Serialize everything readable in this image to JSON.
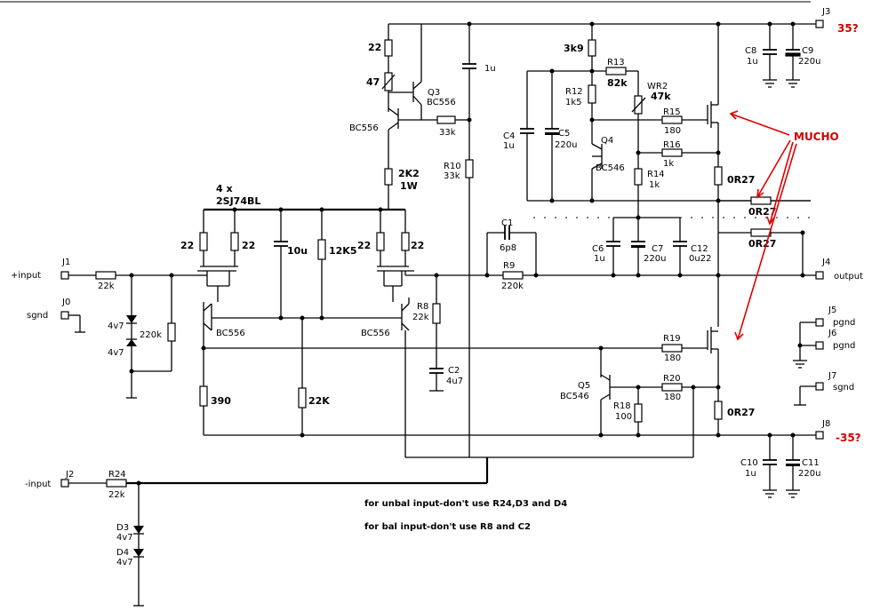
{
  "title": "",
  "net_labels": {
    "j3": "J3",
    "v_pos": "35?",
    "j8": "J8",
    "v_neg": "-35?",
    "j1": "J1",
    "input_pos": "+input",
    "j0": "J0",
    "sgnd": "sgnd",
    "j2": "J2",
    "input_neg": "-input",
    "j4": "J4",
    "output": "output",
    "j5": "J5",
    "pgnd1": "pgnd",
    "j6": "J6",
    "pgnd2": "pgnd",
    "j7": "J7",
    "sgnd2": "sgnd"
  },
  "annotation": "MUCHO",
  "notes": [
    "for unbal input-don't use R24,D3 and D4",
    "for bal input-don't use R8 and C2"
  ],
  "components": {
    "r_22_top": "22",
    "r_47": "47",
    "q3_name": "Q3",
    "q3_type": "BC556",
    "bc556_a": "BC556",
    "r_33k": "33k",
    "r_2k2": "2K2",
    "r_1w": "1W",
    "r10_name": "R10",
    "r10_val": "33k",
    "cap_1u_top": "1u",
    "r_3k9": "3k9",
    "r13_name": "R13",
    "r13_val": "82k",
    "wr2_name": "WR2",
    "wr2_val": "47k",
    "r12_name": "R12",
    "r12_val": "1k5",
    "r15_name": "R15",
    "r15_val": "180",
    "c4_name": "C4",
    "c4_val": "1u",
    "c5_name": "C5",
    "c5_val": "220u",
    "q4_name": "Q4",
    "q4_type": "BC546",
    "r16_name": "R16",
    "r16_val": "1k",
    "r14_name": "R14",
    "r14_val": "1k",
    "r_0r27_a": "0R27",
    "r_0r27_b": "0R27",
    "r_0r27_c": "0R27",
    "r_0r27_d": "0R27",
    "c8_name": "C8",
    "c8_val": "1u",
    "c9_name": "C9",
    "c9_val": "220u",
    "jfet_count": "4 x",
    "jfet_type": "2SJ74BL",
    "r_22_l1": "22",
    "r_22_l2": "22",
    "c_10u": "10u",
    "r_12k5": "12K5",
    "r_22_r1": "22",
    "r_22_r2": "22",
    "c1_name": "C1",
    "c1_val": "6p8",
    "r9_name": "R9",
    "r9_val": "220k",
    "c6_name": "C6",
    "c6_val": "1u",
    "c7_name": "C7",
    "c7_val": "220u",
    "c12_name": "C12",
    "c12_val": "0u22",
    "r_in_22k": "22k",
    "d_4v7_a": "4v7",
    "d_4v7_b": "4v7",
    "r_220k": "220k",
    "bc556_b": "BC556",
    "bc556_c": "BC556",
    "r8_name": "R8",
    "r8_val": "22k",
    "c2_name": "C2",
    "c2_val": "4u7",
    "r19_name": "R19",
    "r19_val": "180",
    "q5_name": "Q5",
    "q5_type": "BC546",
    "r20_name": "R20",
    "r20_val": "180",
    "r18_name": "R18",
    "r18_val": "100",
    "r_390": "390",
    "r_22k_tail": "22K",
    "c10_name": "C10",
    "c10_val": "1u",
    "c11_name": "C11",
    "c11_val": "220u",
    "r24_name": "R24",
    "r24_val": "22k",
    "d3_name": "D3",
    "d3_val": "4v7",
    "d4_name": "D4",
    "d4_val": "4v7"
  }
}
